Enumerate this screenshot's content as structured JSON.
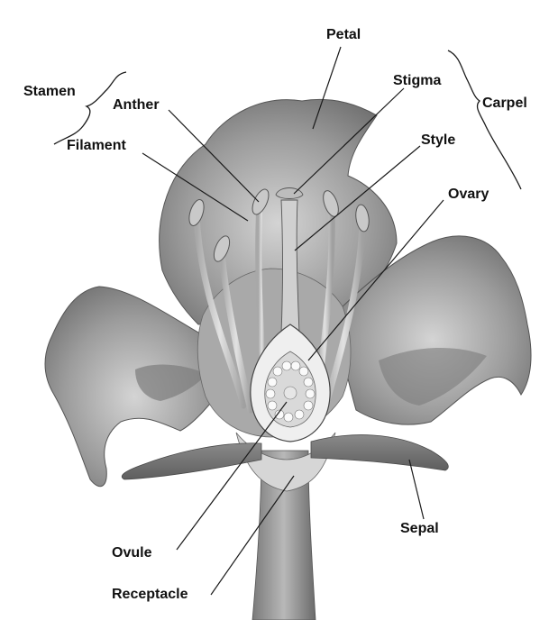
{
  "diagram": {
    "labels": {
      "petal": "Petal",
      "stamen": "Stamen",
      "anther": "Anther",
      "filament": "Filament",
      "stigma": "Stigma",
      "carpel": "Carpel",
      "style": "Style",
      "ovary": "Ovary",
      "ovule": "Ovule",
      "receptacle": "Receptacle",
      "sepal": "Sepal"
    },
    "colors": {
      "background": "#ffffff",
      "petal_fill": "#9c9c9c",
      "petal_dark": "#6e6e6e",
      "stamen_fill": "#c9c9c9",
      "ovary_fill": "#e6e6e6",
      "ink": "#111111"
    }
  }
}
